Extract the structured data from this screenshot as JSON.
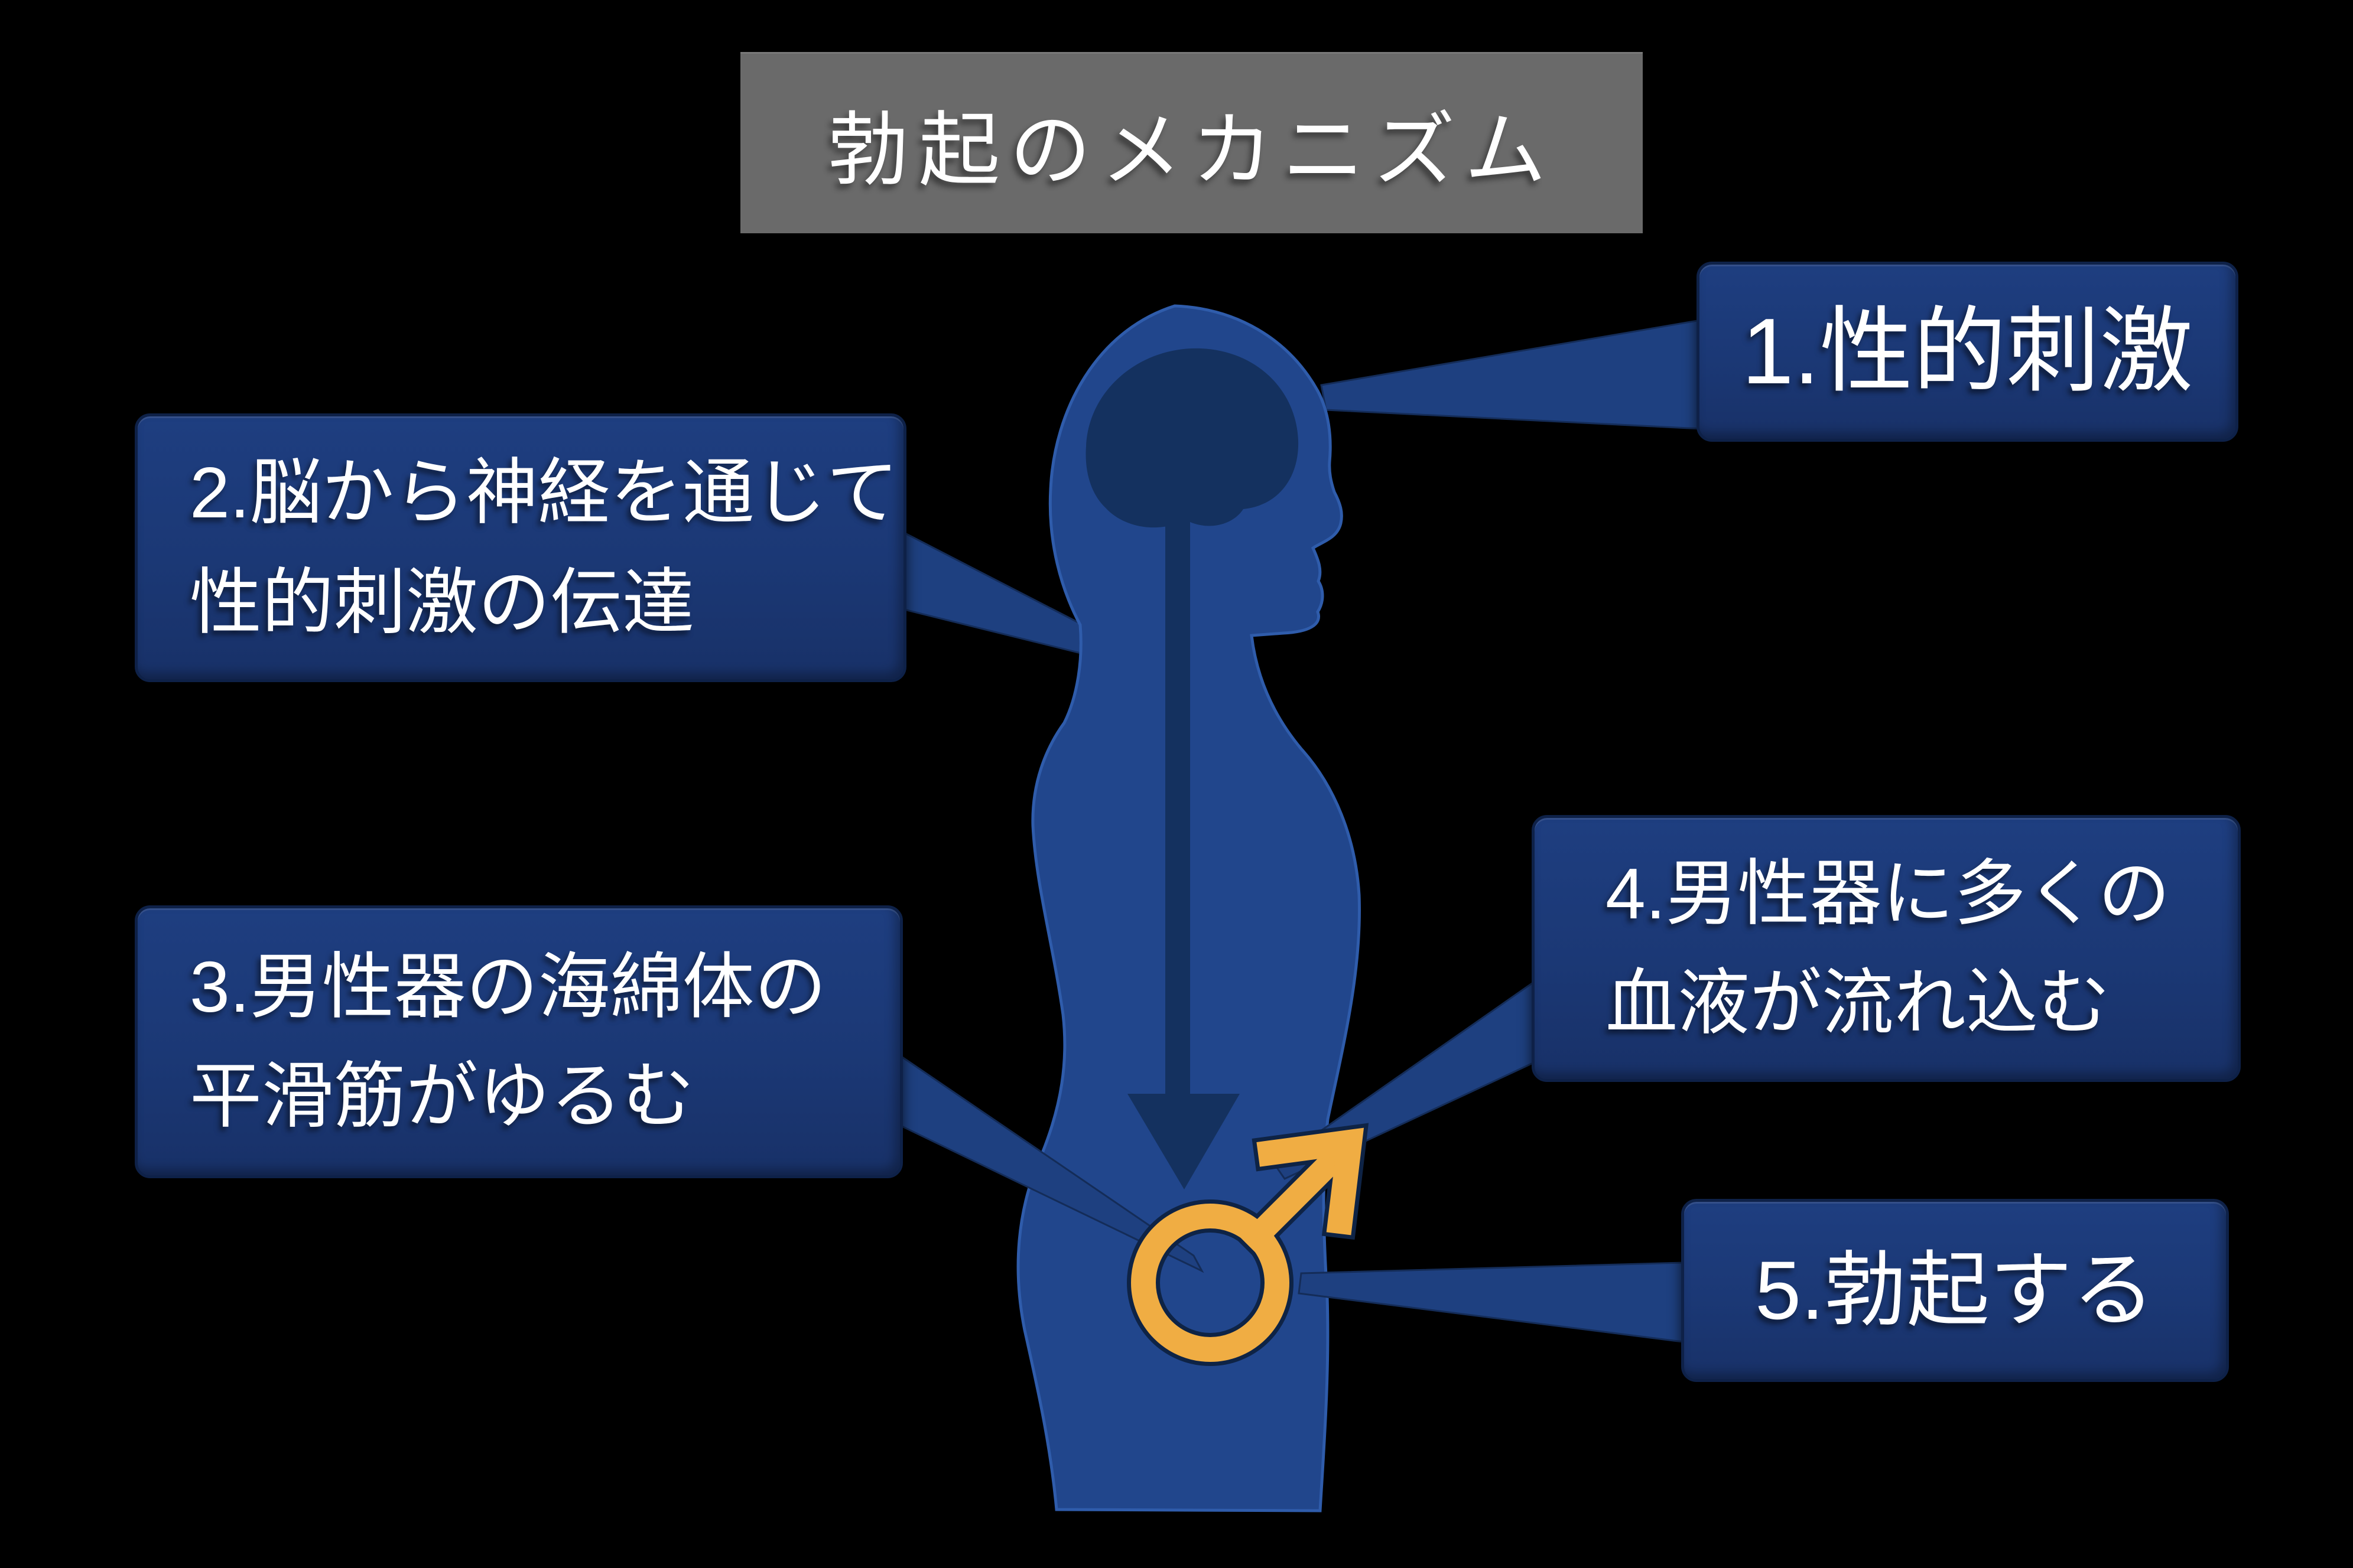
{
  "title": "勃起のメカニズム",
  "steps": {
    "step1": {
      "line1": "1.性的刺激"
    },
    "step2": {
      "line1": "2.脳から神経を通じて",
      "line2": "性的刺激の伝達"
    },
    "step3": {
      "line1": "3.男性器の海綿体の",
      "line2": "平滑筋がゆるむ"
    },
    "step4": {
      "line1": "4.男性器に多くの",
      "line2": "血液が流れ込む"
    },
    "step5": {
      "line1": "5.勃起する"
    }
  },
  "figure": {
    "body_icon": "human-profile-silhouette",
    "brain_icon": "brain",
    "spine_icon": "downward-spine-arrow",
    "male_icon": "male-symbol"
  },
  "colors": {
    "background": "#000000",
    "title_bg": "#6a6a6a",
    "box_navy": "#1b3875",
    "box_edge": "#0e2148",
    "body_blue": "#21468c",
    "body_rim": "#2f5cab",
    "dark_navy": "#14315f",
    "connector_navy": "#1e4080",
    "male_symbol_orange": "#f0ad43",
    "male_symbol_outline": "#0e2345",
    "text": "#ffffff"
  }
}
